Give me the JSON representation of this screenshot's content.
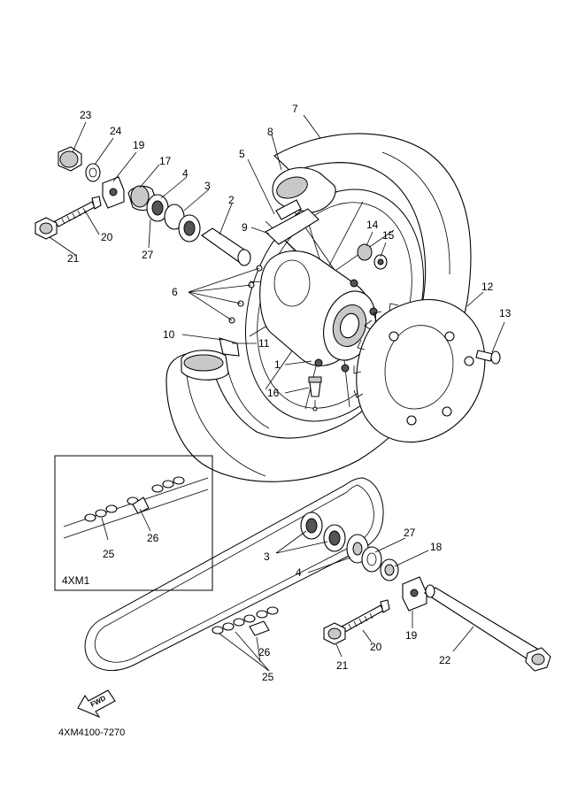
{
  "diagram": {
    "code": "4XM4100-7270",
    "fwd_label": "FWD",
    "inset": {
      "label": "4XM1",
      "callouts": [
        "25",
        "26"
      ]
    },
    "callouts": [
      {
        "id": "c1",
        "text": "1"
      },
      {
        "id": "c2",
        "text": "2"
      },
      {
        "id": "c3a",
        "text": "3"
      },
      {
        "id": "c3b",
        "text": "3"
      },
      {
        "id": "c4a",
        "text": "4"
      },
      {
        "id": "c4b",
        "text": "4"
      },
      {
        "id": "c5",
        "text": "5"
      },
      {
        "id": "c6",
        "text": "6"
      },
      {
        "id": "c7",
        "text": "7"
      },
      {
        "id": "c8",
        "text": "8"
      },
      {
        "id": "c9",
        "text": "9"
      },
      {
        "id": "c10",
        "text": "10"
      },
      {
        "id": "c11",
        "text": "11"
      },
      {
        "id": "c12",
        "text": "12"
      },
      {
        "id": "c13",
        "text": "13"
      },
      {
        "id": "c14",
        "text": "14"
      },
      {
        "id": "c15",
        "text": "15"
      },
      {
        "id": "c16",
        "text": "16"
      },
      {
        "id": "c17",
        "text": "17"
      },
      {
        "id": "c18",
        "text": "18"
      },
      {
        "id": "c19a",
        "text": "19"
      },
      {
        "id": "c19b",
        "text": "19"
      },
      {
        "id": "c20a",
        "text": "20"
      },
      {
        "id": "c20b",
        "text": "20"
      },
      {
        "id": "c21a",
        "text": "21"
      },
      {
        "id": "c21b",
        "text": "21"
      },
      {
        "id": "c22",
        "text": "22"
      },
      {
        "id": "c23",
        "text": "23"
      },
      {
        "id": "c24",
        "text": "24"
      },
      {
        "id": "c25",
        "text": "25"
      },
      {
        "id": "c26",
        "text": "26"
      },
      {
        "id": "c27a",
        "text": "27"
      },
      {
        "id": "c27b",
        "text": "27"
      }
    ]
  }
}
